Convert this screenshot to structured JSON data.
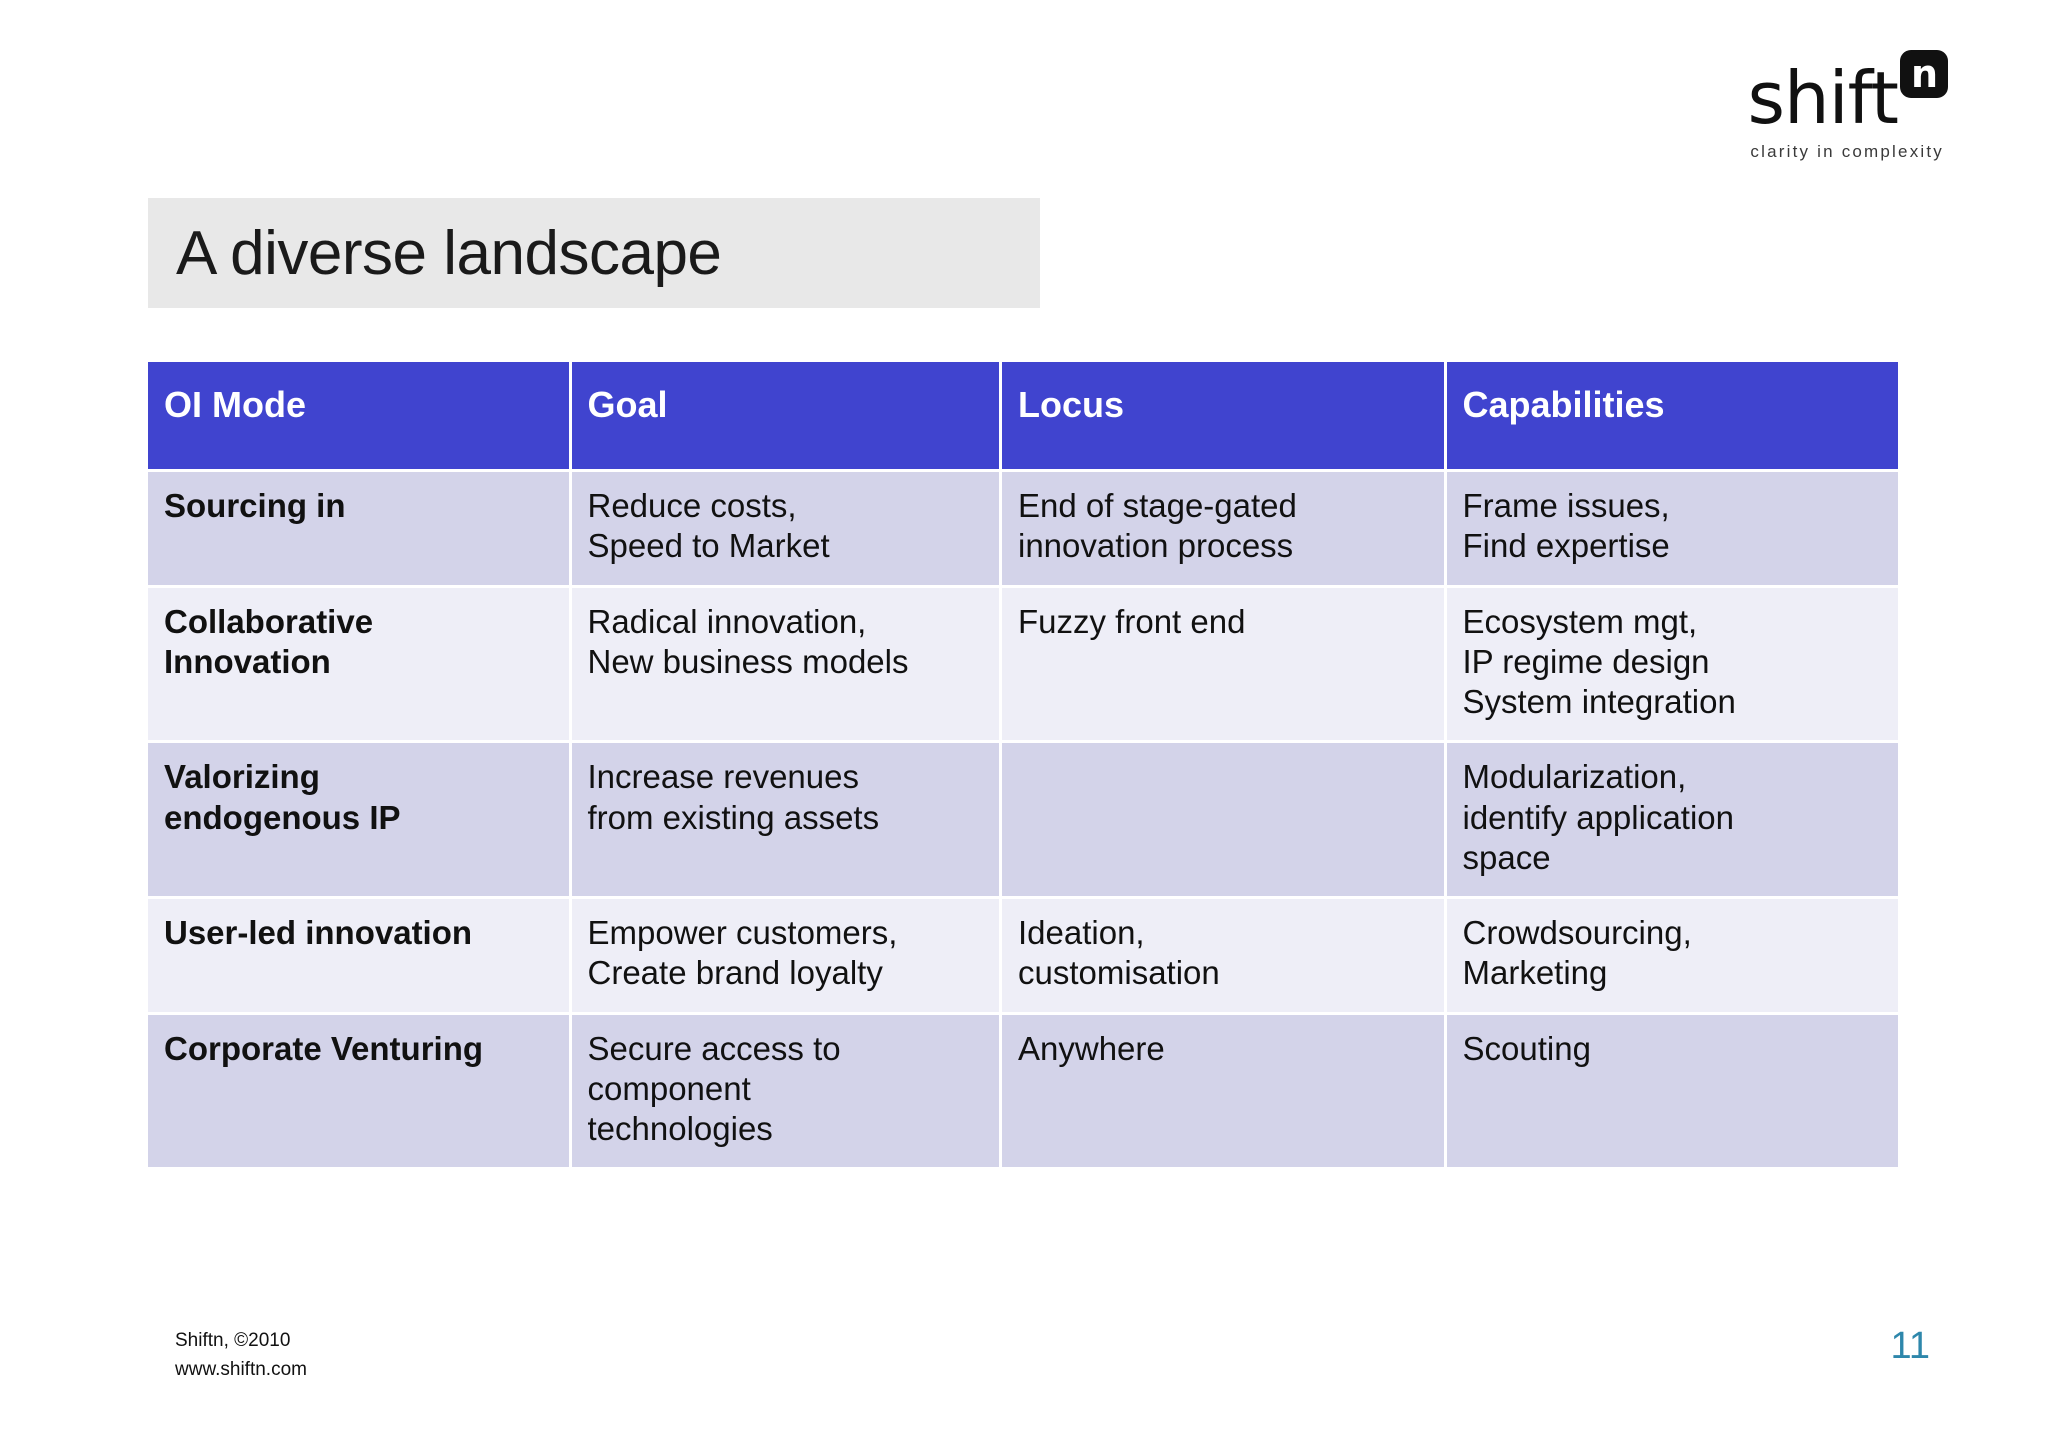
{
  "logo": {
    "wordmark": "shift",
    "badge": "n",
    "tagline": "clarity in complexity"
  },
  "title": "A diverse landscape",
  "table": {
    "headers": [
      "OI Mode",
      "Goal",
      "Locus",
      "Capabilities"
    ],
    "rows": [
      {
        "mode": [
          "Sourcing in"
        ],
        "goal": [
          "Reduce costs,",
          "Speed to Market"
        ],
        "locus": [
          "End of stage-gated",
          "innovation process"
        ],
        "capabilities": [
          "Frame issues,",
          "Find expertise"
        ]
      },
      {
        "mode": [
          "Collaborative",
          "Innovation"
        ],
        "goal": [
          "Radical innovation,",
          "New business models"
        ],
        "locus": [
          "Fuzzy front end"
        ],
        "capabilities": [
          "Ecosystem mgt,",
          "IP regime design",
          "System integration"
        ]
      },
      {
        "mode": [
          "Valorizing",
          "endogenous IP"
        ],
        "goal": [
          "Increase revenues",
          "from existing assets"
        ],
        "locus": [],
        "capabilities": [
          "Modularization,",
          "identify application",
          "space"
        ]
      },
      {
        "mode": [
          "User-led innovation"
        ],
        "goal": [
          "Empower customers,",
          "Create brand loyalty"
        ],
        "locus": [
          "Ideation,",
          "customisation"
        ],
        "capabilities": [
          "Crowdsourcing,",
          "Marketing"
        ]
      },
      {
        "mode": [
          "Corporate Venturing"
        ],
        "goal": [
          "Secure access to",
          "component",
          "technologies"
        ],
        "locus": [
          "Anywhere"
        ],
        "capabilities": [
          "Scouting"
        ]
      }
    ]
  },
  "footer": {
    "copyright": "Shiftn, ©2010",
    "website": "www.shiftn.com"
  },
  "page_number": "11",
  "colors": {
    "header_blue": "#4044cf",
    "row_dark": "#d3d3e9",
    "row_light": "#eeeef7",
    "title_band": "#e8e8e8",
    "page_number": "#2e87ab"
  }
}
